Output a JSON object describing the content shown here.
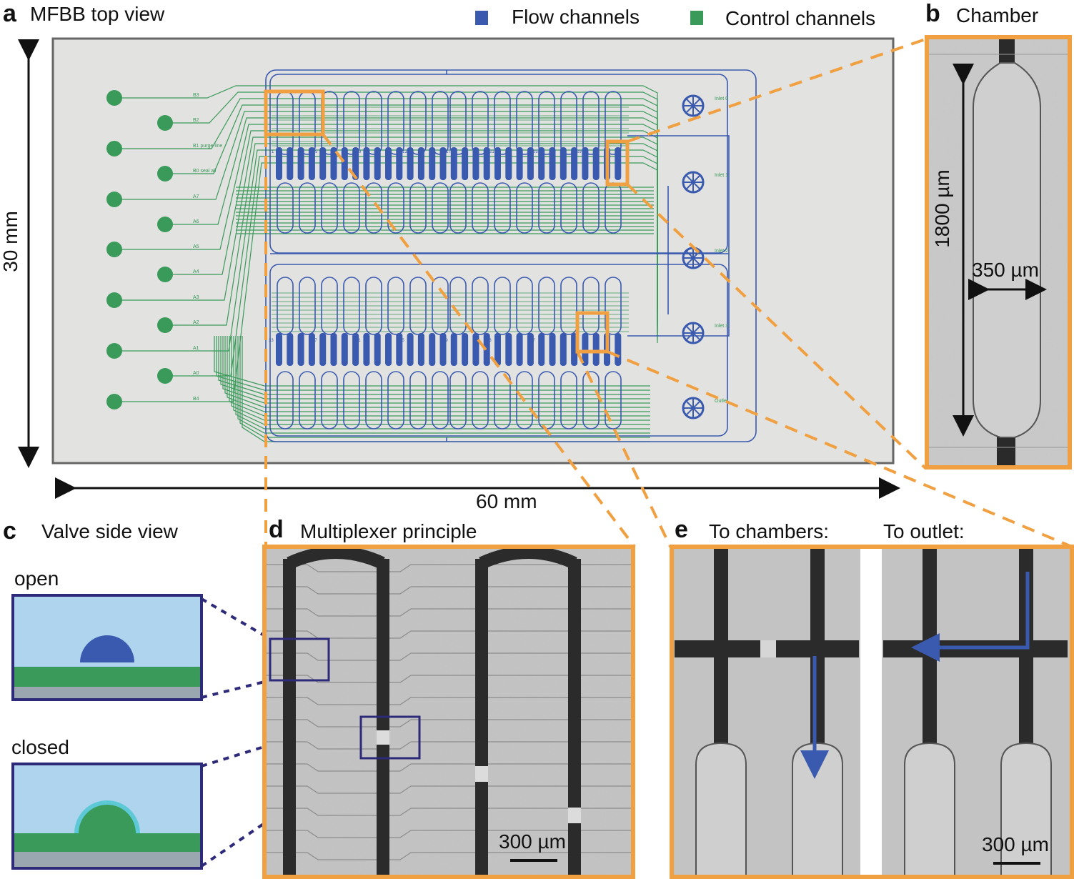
{
  "colors": {
    "flow": "#3a5ab0",
    "control": "#3a9a5a",
    "highlight": "#f0a040",
    "valve_frame": "#2e2a7a",
    "chip_bg": "#e2e2e0",
    "micro_bg": "#bdbdbd",
    "liquid": "#aed4ee"
  },
  "panel_a": {
    "letter": "a",
    "title": "MFBB top view",
    "legend": {
      "flow": "Flow channels",
      "control": "Control channels"
    },
    "height_label": "30 mm",
    "width_label": "60 mm",
    "control_pins_left": [
      "B3",
      "B1 purge line",
      "A7",
      "A5",
      "A3",
      "A1",
      "B4"
    ],
    "control_pins_right": [
      "B2",
      "B0 seal all",
      "A6",
      "A4",
      "A2",
      "A0"
    ],
    "ports": [
      "Inlet 0",
      "Inlet 1",
      "Inlet 2",
      "Inlet 3",
      "Outlet"
    ],
    "chamber_numbers_top": [
      "1",
      "5",
      "9",
      "13",
      "17",
      "21",
      "25",
      "29"
    ],
    "chamber_numbers_bottom": [
      "33",
      "37",
      "41",
      "45",
      "49",
      "53",
      "57",
      "61"
    ]
  },
  "panel_b": {
    "letter": "b",
    "title": "Chamber",
    "length_label": "1800 µm",
    "width_label": "350 µm"
  },
  "panel_c": {
    "letter": "c",
    "title": "Valve side view",
    "open_label": "open",
    "closed_label": "closed"
  },
  "panel_d": {
    "letter": "d",
    "title": "Multiplexer principle",
    "scale_label": "300 µm"
  },
  "panel_e": {
    "letter": "e",
    "title_left": "To chambers:",
    "title_right": "To outlet:",
    "scale_label": "300 µm"
  }
}
